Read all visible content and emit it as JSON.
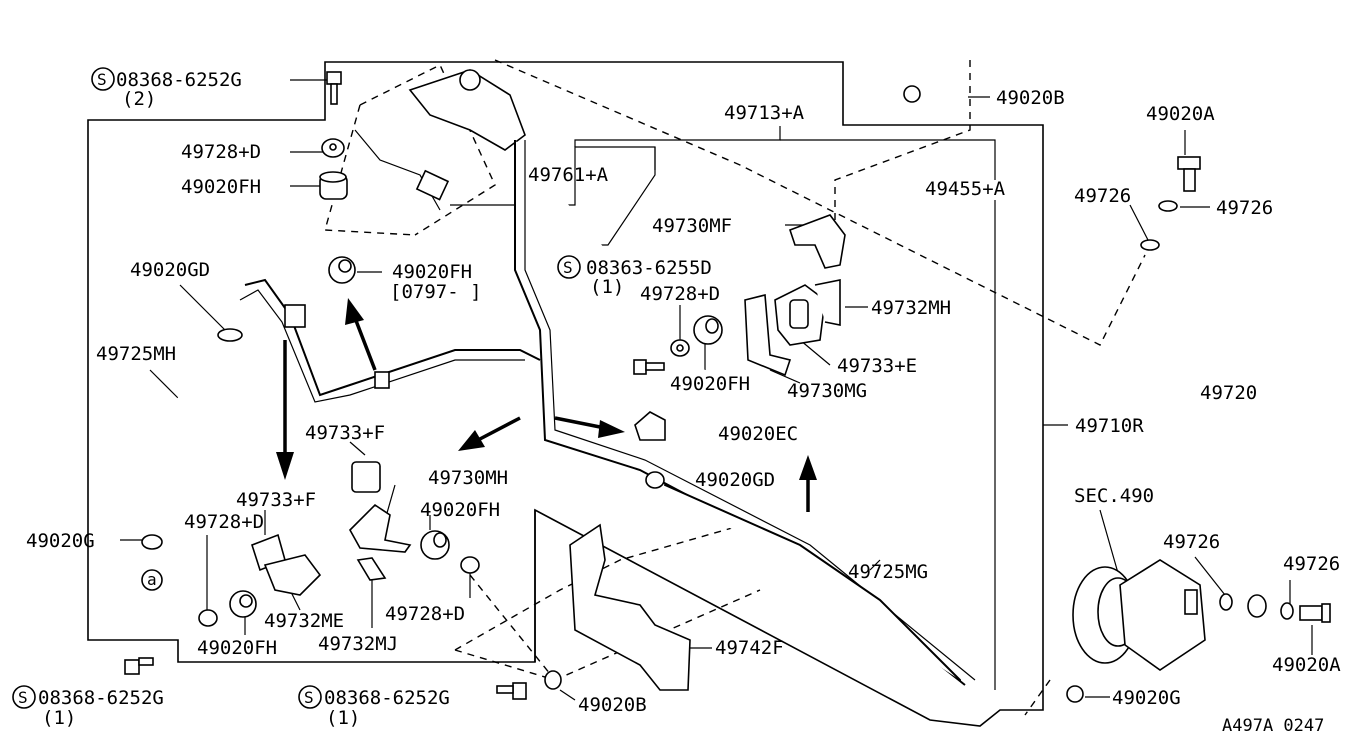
{
  "diagram_code": "A497A 0247",
  "colors": {
    "line": "#000000",
    "background": "#ffffff"
  },
  "icons": {
    "standard_part_mark": "circled-S",
    "section_mark": "circled-a"
  },
  "labels": {
    "bolt_top": "08368-6252G",
    "bolt_top_qty": "(2)",
    "washer_top": "49728+D",
    "bushing_top": "49020FH",
    "switch": "49761+A",
    "hose_assy": "49713+A",
    "clamp_top_right": "49020B",
    "hose_bracket": "49455+A",
    "bolt_mid": "08363-6255D",
    "bolt_mid_qty": "(1)",
    "washer_mid": "49728+D",
    "bushing_mid": "49020FH",
    "bracket_mg": "49730MG",
    "bracket_mf": "49730MF",
    "clamp_mh": "49732MH",
    "insulator_e": "49733+E",
    "clip_gd_left": "49020GD",
    "bushing_left": "49020FH",
    "bushing_left_date": "[0797-   ]",
    "hose_mh": "49725MH",
    "insulator_f_1": "49733+F",
    "insulator_f_2": "49733+F",
    "bracket_mh": "49730MH",
    "clip_ec": "49020EC",
    "clip_gd_mid": "49020GD",
    "tube_assy": "49710R",
    "bushing_low": "49020FH",
    "washer_low_left": "49728+D",
    "washer_low_mid": "49728+D",
    "clamp_g_left": "49020G",
    "clamp_me": "49732ME",
    "bushing_bottom_left": "49020FH",
    "clamp_mj": "49732MJ",
    "bolt_bottom_left": "08368-6252G",
    "bolt_bottom_left_qty": "(1)",
    "bolt_bottom_mid": "08368-6252G",
    "bolt_bottom_mid_qty": "(1)",
    "clamp_b_bottom": "49020B",
    "hose_mg": "49725MG",
    "bracket_742f": "49742F",
    "clamp_g_bottom": "49020G",
    "section": "SEC.490",
    "washer_726_pump": "49726",
    "washer_726_pump_right": "49726",
    "bolt_a_bottom": "49020A",
    "bolt_a_top": "49020A",
    "washer_726_top_left": "49726",
    "washer_726_top_right": "49726",
    "hose_720": "49720",
    "section_mark": "a",
    "standard_mark": "S"
  }
}
